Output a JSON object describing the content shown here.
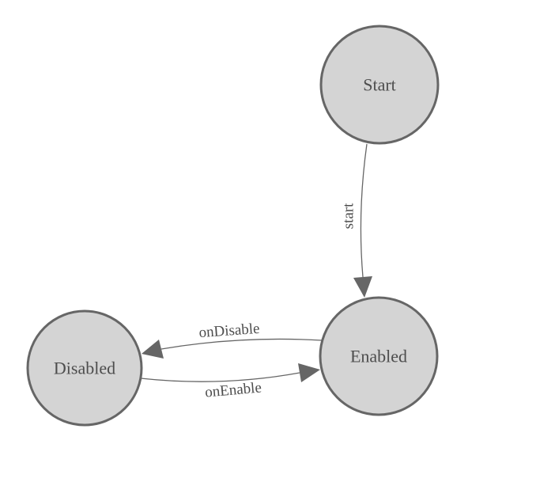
{
  "diagram": {
    "type": "state-machine-diagram",
    "colors": {
      "background": "#ffffff",
      "node_fill": "#d4d4d4",
      "node_stroke": "#666666",
      "edge_stroke": "#666666",
      "arrow_fill": "#666666",
      "label_color": "#4d4d4d"
    },
    "nodes": [
      {
        "id": "Start",
        "label": "Start"
      },
      {
        "id": "Enabled",
        "label": "Enabled"
      },
      {
        "id": "Disabled",
        "label": "Disabled"
      }
    ],
    "edges": [
      {
        "from": "Start",
        "to": "Enabled",
        "label": "start"
      },
      {
        "from": "Enabled",
        "to": "Disabled",
        "label": "onDisable"
      },
      {
        "from": "Disabled",
        "to": "Enabled",
        "label": "onEnable"
      }
    ]
  }
}
